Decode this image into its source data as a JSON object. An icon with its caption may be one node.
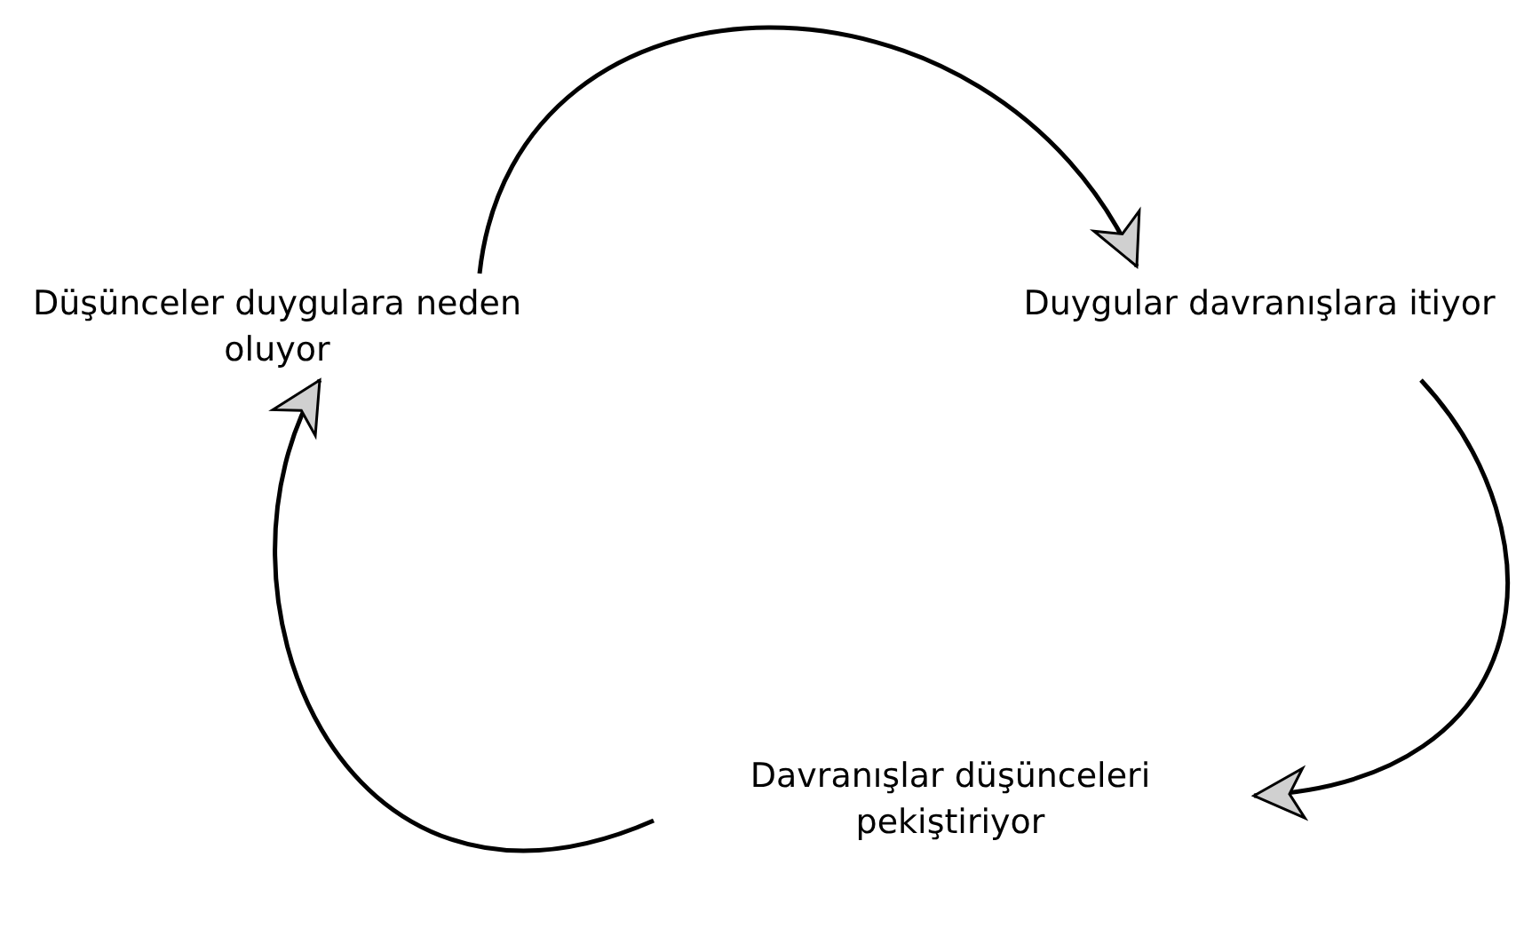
{
  "diagram": {
    "nodes": [
      {
        "text": [
          "Düşünceler duygulara neden oluyor"
        ]
      },
      {
        "text": [
          "Duygular davranışlara itiyor"
        ]
      },
      {
        "text": [
          "Davranışlar düşünceleri pekiştiriyor"
        ]
      }
    ],
    "edges": [
      {
        "from": 0,
        "to": 1,
        "arrow": "to"
      },
      {
        "from": 1,
        "to": 2,
        "arrow": "to"
      },
      {
        "from": 2,
        "to": 0,
        "arrow": "to"
      }
    ]
  }
}
